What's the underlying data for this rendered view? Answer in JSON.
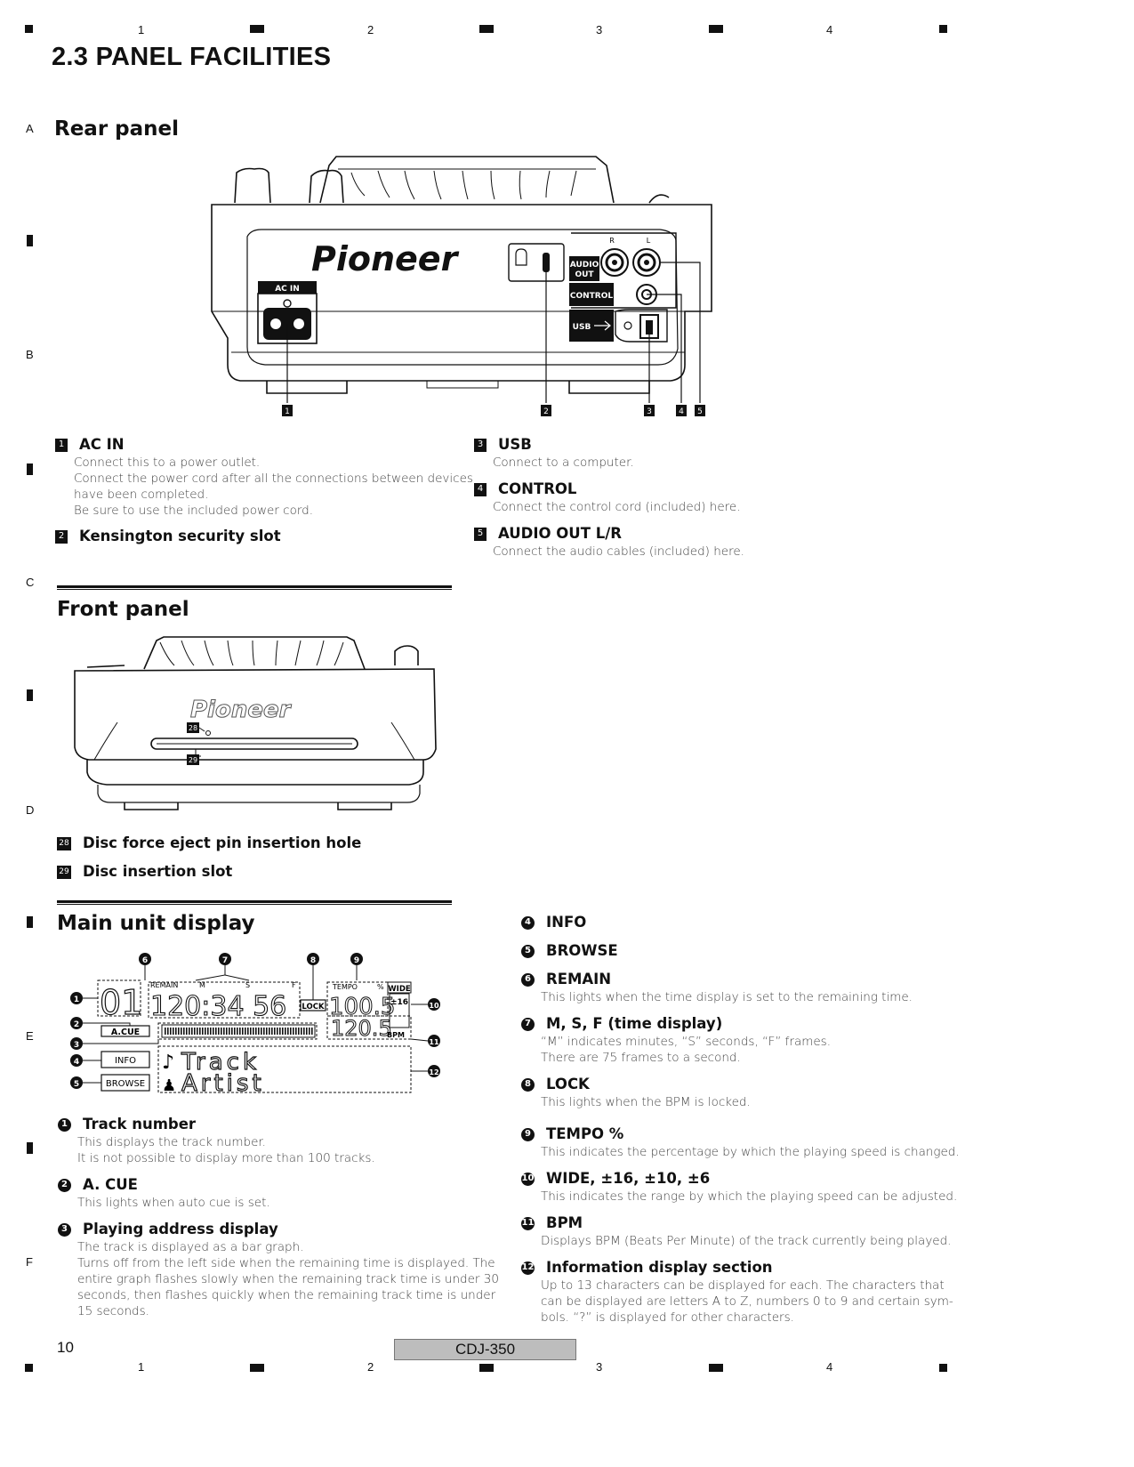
{
  "page": {
    "title": "2.3  PANEL FACILITIES",
    "page_number": "10",
    "model": "CDJ-350",
    "columns": [
      "1",
      "2",
      "3",
      "4"
    ],
    "rows": [
      "A",
      "B",
      "C",
      "D",
      "E",
      "F"
    ]
  },
  "rear": {
    "title": "Rear panel",
    "figure": {
      "brand": "Pioneer",
      "ac_in": "AC IN",
      "audio_out": [
        "AUDIO",
        "OUT"
      ],
      "r": "R",
      "l": "L",
      "control": "CONTROL",
      "usb": "USB",
      "callouts": [
        "1",
        "2",
        "3",
        "4",
        "5"
      ]
    },
    "items": [
      {
        "num": "1",
        "title": "AC IN",
        "lines": [
          "Connect this to a power outlet.",
          "Connect the power cord after all the connections between devices",
          "have been completed.",
          "Be sure to use the included power cord."
        ]
      },
      {
        "num": "2",
        "title": "Kensington security slot",
        "lines": []
      },
      {
        "num": "3",
        "title": "USB",
        "lines": [
          "Connect to a computer."
        ]
      },
      {
        "num": "4",
        "title": "CONTROL",
        "lines": [
          "Connect the control cord (included) here."
        ]
      },
      {
        "num": "5",
        "title": "AUDIO OUT L/R",
        "lines": [
          "Connect the audio cables (included) here."
        ]
      }
    ]
  },
  "front": {
    "title": "Front panel",
    "figure": {
      "brand": "Pioneer",
      "callouts": [
        "28",
        "29"
      ]
    },
    "items": [
      {
        "num": "28",
        "title": "Disc force eject pin insertion hole"
      },
      {
        "num": "29",
        "title": "Disc insertion slot"
      }
    ]
  },
  "display": {
    "title": "Main unit display",
    "figure": {
      "track": "01",
      "time": "120:34 56",
      "remain": "REMAIN",
      "m": "M",
      "s": "S",
      "f": "F",
      "tempo_label": "TEMPO",
      "pct": "%",
      "tempo": "100.5",
      "wide": "WIDE",
      "range": "±16",
      "lock": "LOCK",
      "bpm_value": "120.5",
      "bpm": "BPM",
      "acue": "A.CUE",
      "info": "INFO",
      "browse": "BROWSE",
      "line1": "Track",
      "line2": "Artist",
      "note_glyph": "♪",
      "person_glyph": "♟",
      "callouts": [
        "1",
        "2",
        "3",
        "4",
        "5",
        "6",
        "7",
        "8",
        "9",
        "10",
        "11",
        "12"
      ]
    },
    "left_items": [
      {
        "num": "1",
        "title": "Track number",
        "lines": [
          "This displays the track number.",
          "It is not possible to display more than 100 tracks."
        ]
      },
      {
        "num": "2",
        "title": "A. CUE",
        "lines": [
          "This lights when auto cue is set."
        ]
      },
      {
        "num": "3",
        "title": "Playing address display",
        "lines": [
          "The track is displayed as a bar graph.",
          "Turns off from the left side when the remaining time is displayed. The",
          "entire graph flashes slowly when the remaining track time is under 30",
          "seconds, then flashes quickly when the remaining track time is under",
          "15 seconds."
        ]
      }
    ],
    "right_items": [
      {
        "num": "4",
        "title": "INFO",
        "lines": []
      },
      {
        "num": "5",
        "title": "BROWSE",
        "lines": []
      },
      {
        "num": "6",
        "title": "REMAIN",
        "lines": [
          "This lights when the time display is set to the remaining time."
        ]
      },
      {
        "num": "7",
        "title": "M, S, F (time display)",
        "lines": [
          "“M” indicates minutes, “S” seconds, “F” frames.",
          "There are 75 frames to a second."
        ]
      },
      {
        "num": "8",
        "title": "LOCK",
        "lines": [
          "This lights when the BPM is locked."
        ]
      },
      {
        "num": "9",
        "title": "TEMPO %",
        "lines": [
          "This indicates the percentage by which the playing speed is changed."
        ]
      },
      {
        "num": "10",
        "title": "WIDE, ±16, ±10, ±6",
        "lines": [
          "This indicates the range by which the playing speed can be adjusted."
        ]
      },
      {
        "num": "11",
        "title": "BPM",
        "lines": [
          "Displays BPM (Beats Per Minute) of the track currently being played."
        ]
      },
      {
        "num": "12",
        "title": "Information display section",
        "lines": [
          "Up to 13 characters can be displayed for each. The characters that",
          "can be displayed are letters A to Z, numbers 0 to 9 and certain sym-",
          "bols. “?” is displayed for other characters."
        ]
      }
    ]
  }
}
